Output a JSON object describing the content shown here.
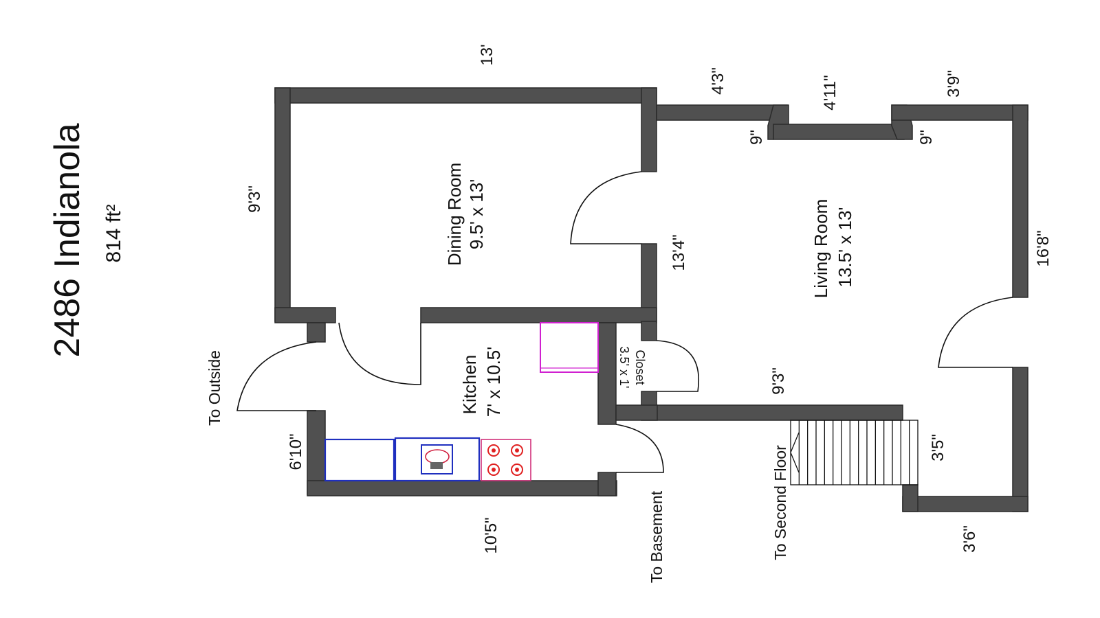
{
  "title": "2486 Indianola",
  "area": "814 ft²",
  "rooms": {
    "dining": {
      "name": "Dining Room",
      "size": "9.5' x 13'"
    },
    "living": {
      "name": "Living Room",
      "size": "13.5' x 13'"
    },
    "kitchen": {
      "name": "Kitchen",
      "size": "7' x 10.5'"
    },
    "closet": {
      "name": "Closet",
      "size": "3.5' x 1'"
    }
  },
  "labels": {
    "outside": "To Outside",
    "basement": "To Basement",
    "second_floor": "To Second Floor"
  },
  "dimensions": {
    "dining_top": "13'",
    "dining_left": "9'3\"",
    "living_seg1": "4'3\"",
    "living_seg2": "4'11\"",
    "living_seg3": "3'9\"",
    "jog1": "9\"",
    "jog2": "9\"",
    "living_right": "16'8\"",
    "partition": "13'4\"",
    "living_bottom": "9'3\"",
    "stair_width": "3'5\"",
    "living_bottom_right": "3'6\"",
    "kitchen_left": "6'10\"",
    "kitchen_bottom": "10'5\""
  },
  "colors": {
    "wall": "#505050",
    "cabinet": "#1f2fbf",
    "stove": "#d0307a",
    "burner": "#e02020",
    "fridge": "#d020d0"
  }
}
